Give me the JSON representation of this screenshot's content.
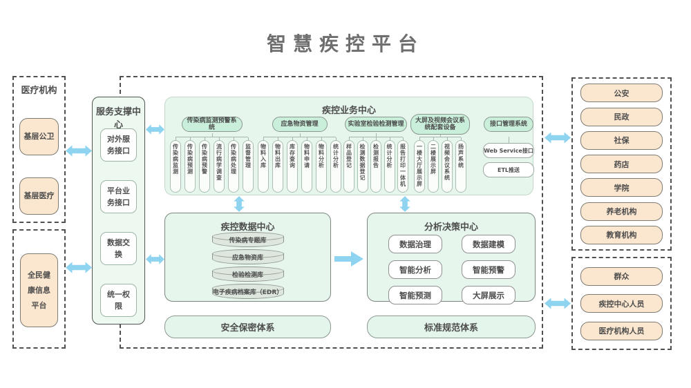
{
  "title": "智慧疾控平台",
  "left_top": {
    "title": "医疗机构",
    "items": [
      "基层公卫",
      "基层医疗"
    ]
  },
  "left_bottom": {
    "items": [
      "全民健康信息平台"
    ]
  },
  "support_center": {
    "title": "服务支撑中心",
    "items": [
      "对外服务接口",
      "平台业务接口",
      "数据交换",
      "统一权限"
    ]
  },
  "business_center": {
    "title": "疾控业务中心",
    "groups": [
      {
        "label": "传染病监测预警系统",
        "items": [
          "传染病监测",
          "传染病预测",
          "传染病预警",
          "流行病学调查",
          "传染病处理",
          "监督管理"
        ]
      },
      {
        "label": "应急物资管理",
        "items": [
          "物料入库",
          "物料出库",
          "库存查询",
          "物料申请",
          "物料分析",
          "统计分析"
        ]
      },
      {
        "label": "实验室检验检测管理",
        "items": [
          "样品登记",
          "检测数据登记",
          "检测报告",
          "统计分析",
          "报告打印一体机"
        ]
      },
      {
        "label": "大屏及视频会议系统配套设备",
        "items": [
          "一楼大厅展示屏",
          "二楼展示屏",
          "视频会议系统",
          "扬声系统"
        ]
      },
      {
        "label": "接口管理系统",
        "items": [
          "Web Service接口",
          "ETL推送"
        ]
      }
    ]
  },
  "data_center": {
    "title": "疾控数据中心",
    "databases": [
      "传染病专题库",
      "应急物资库",
      "检验检测库",
      "电子疾病档案库（EDR）"
    ]
  },
  "decision_center": {
    "title": "分析决策中心",
    "items": [
      "数据治理",
      "数据建模",
      "智能分析",
      "智能预警",
      "智能预测",
      "大屏展示"
    ]
  },
  "bottom_bars": [
    "安全保密体系",
    "标准规范体系"
  ],
  "right_top": {
    "items": [
      "公安",
      "民政",
      "社保",
      "药店",
      "学院",
      "养老机构",
      "教育机构"
    ]
  },
  "right_bottom": {
    "items": [
      "群众",
      "疾控中心人员",
      "医疗机构人员"
    ]
  },
  "colors": {
    "arrow_blue": "#8ed4f1",
    "peach_fill": "#fbe7d0",
    "green_panel_fill": "#e7f6ed",
    "pill_fill": "#c9efdb",
    "cylinder_fill": "#dde7de",
    "dashed_border": "#4f4f4f",
    "text": "#4d4d4d"
  }
}
